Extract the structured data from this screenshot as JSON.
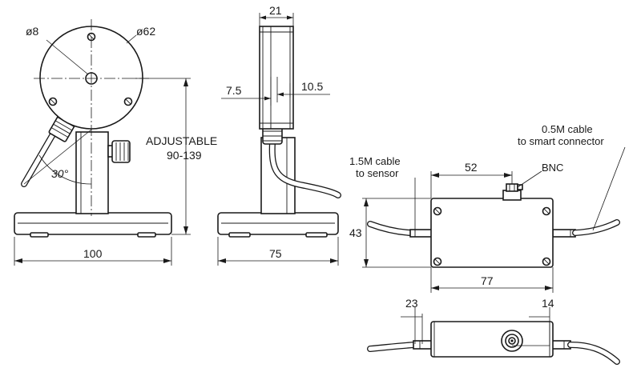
{
  "labels": {
    "dia_8": "ø8",
    "dia_62": "ø62",
    "adjustable": "ADJUSTABLE",
    "height_range": "90-139",
    "angle": "30°",
    "base_width": "100",
    "side_width": "21",
    "side_7_5": "7.5",
    "side_10_5": "10.5",
    "side_depth": "75",
    "cable_sensor_1": "1.5M cable",
    "cable_sensor_2": "to sensor",
    "cable_smart_1": "0.5M cable",
    "cable_smart_2": "to smart connector",
    "bnc": "BNC",
    "box_52": "52",
    "box_43": "43",
    "box_77": "77",
    "box_23": "23",
    "box_14": "14"
  }
}
